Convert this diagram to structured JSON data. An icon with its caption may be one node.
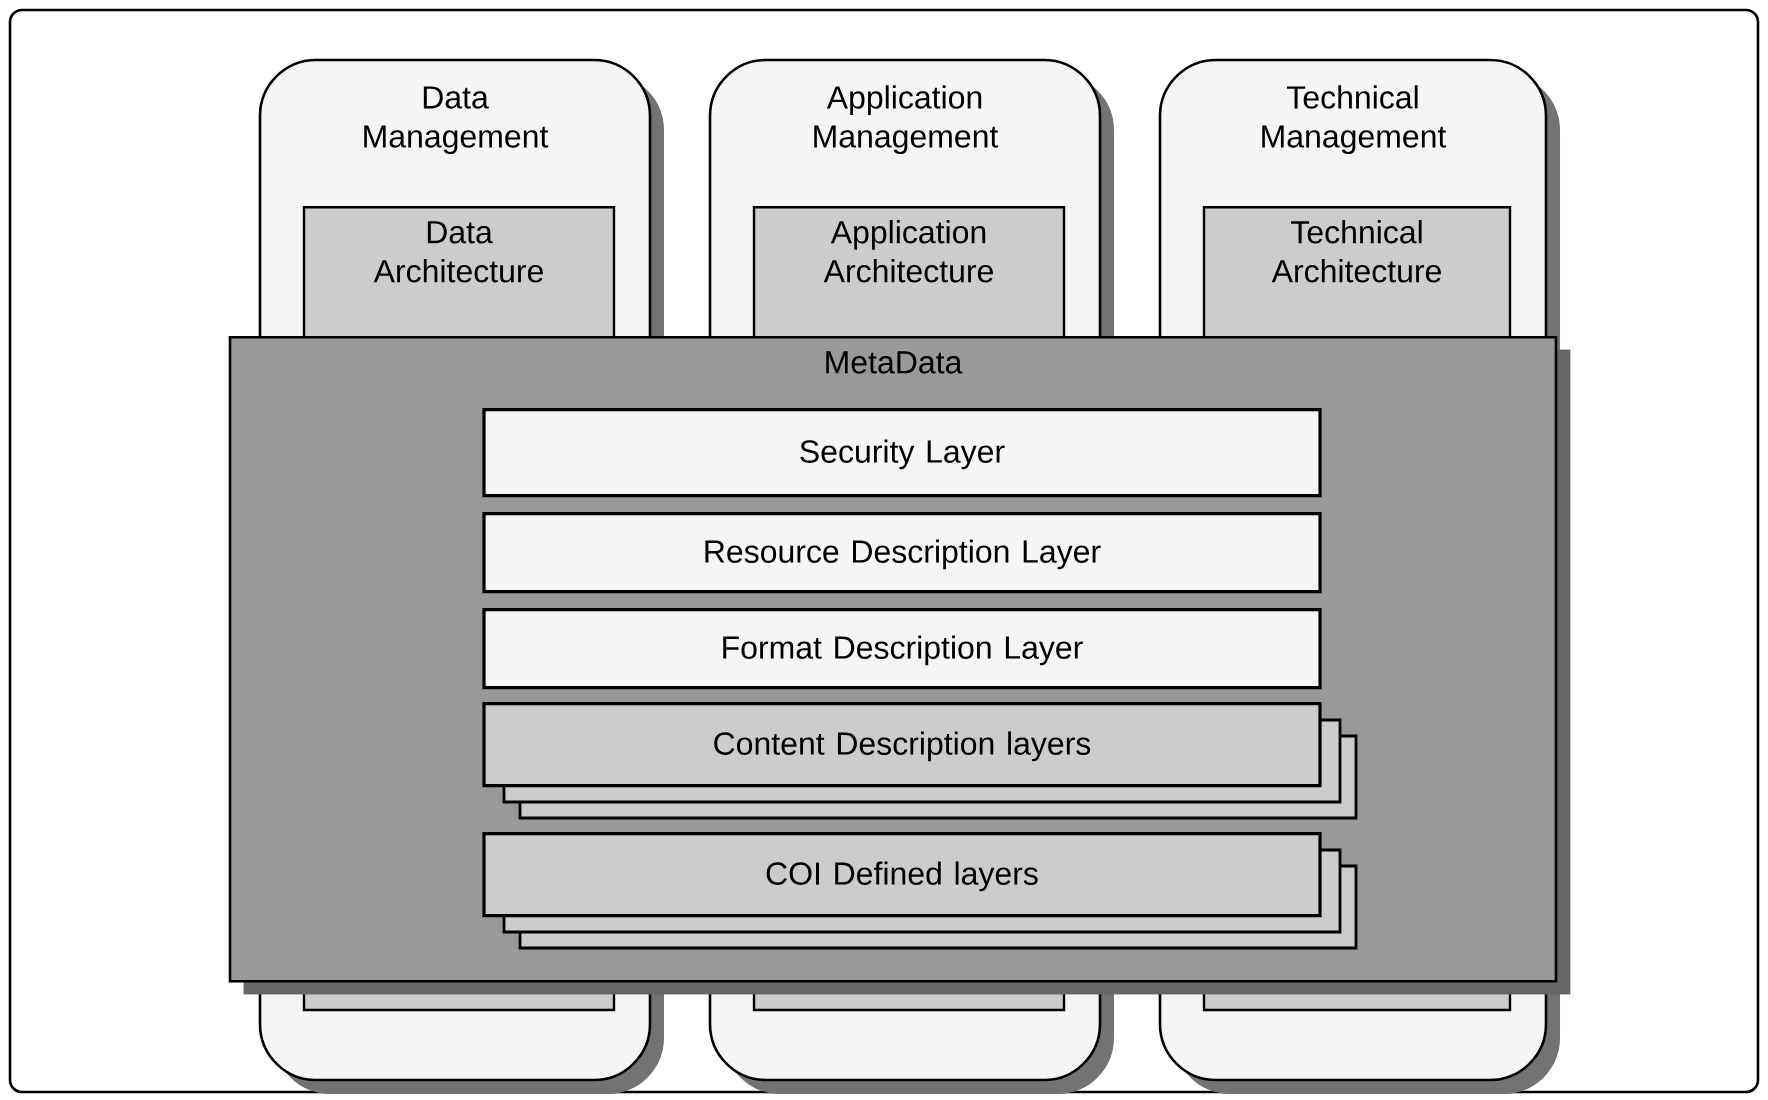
{
  "diagram": {
    "nodes": [
      {
        "text": [
          "Data Management"
        ]
      },
      {
        "text": [
          "Data Architecture"
        ],
        "in": 0
      },
      {
        "text": [
          "Application Management"
        ]
      },
      {
        "text": [
          "Application Architecture"
        ],
        "in": 2
      },
      {
        "text": [
          "Technical Management"
        ]
      },
      {
        "text": [
          "Technical Architecture"
        ],
        "in": 4
      },
      {
        "text": [
          "MetaData"
        ]
      },
      {
        "text": [
          "Security Layer"
        ],
        "in": 6
      },
      {
        "text": [
          "Resource Description Layer"
        ],
        "in": 6
      },
      {
        "text": [
          "Format Description Layer"
        ],
        "in": 6
      },
      {
        "text": [
          "Content Description layers"
        ],
        "in": 6
      },
      {
        "text": [
          "COI Defined layers"
        ],
        "in": 6
      }
    ]
  }
}
